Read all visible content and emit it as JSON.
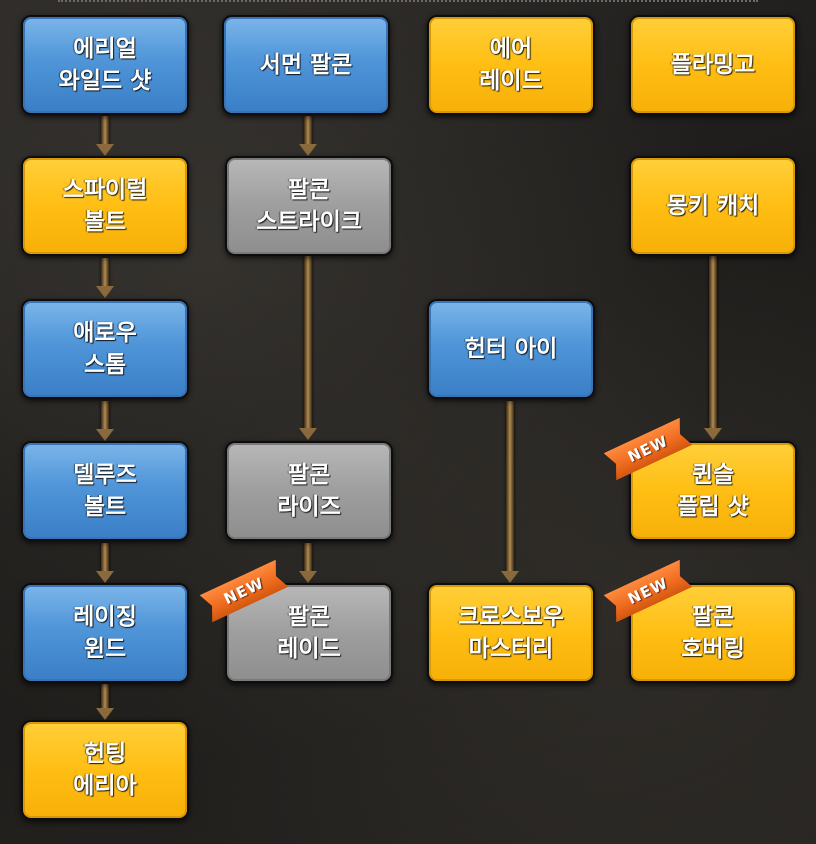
{
  "badge_text": "NEW",
  "colors": {
    "blue": "#4f95d8",
    "yellow": "#ffbe13",
    "gray": "#9e9e9e",
    "new_badge": "#ee6a1e"
  },
  "columns": [
    {
      "name": "column-1",
      "nodes": [
        {
          "label": "에리얼\n와일드 샷",
          "color": "blue"
        },
        {
          "label": "스파이럴\n볼트",
          "color": "yellow"
        },
        {
          "label": "애로우\n스톰",
          "color": "blue"
        },
        {
          "label": "델루즈\n볼트",
          "color": "blue"
        },
        {
          "label": "레이징\n윈드",
          "color": "blue"
        },
        {
          "label": "헌팅\n에리아",
          "color": "yellow"
        }
      ]
    },
    {
      "name": "column-2",
      "nodes": [
        {
          "label": "서먼 팔콘",
          "color": "blue"
        },
        {
          "label": "팔콘\n스트라이크",
          "color": "gray"
        },
        {
          "label": "팔콘\n라이즈",
          "color": "gray"
        },
        {
          "label": "팔콘\n레이드",
          "color": "gray",
          "new": true
        }
      ]
    },
    {
      "name": "column-3",
      "nodes": [
        {
          "label": "에어\n레이드",
          "color": "yellow"
        },
        {
          "label": "헌터 아이",
          "color": "blue"
        },
        {
          "label": "크로스보우\n마스터리",
          "color": "yellow"
        }
      ]
    },
    {
      "name": "column-4",
      "nodes": [
        {
          "label": "플라밍고",
          "color": "yellow"
        },
        {
          "label": "몽키 캐치",
          "color": "yellow"
        },
        {
          "label": "퀸슬\n플립 샷",
          "color": "yellow",
          "new": true
        },
        {
          "label": "팔콘\n호버링",
          "color": "yellow",
          "new": true
        }
      ]
    }
  ]
}
